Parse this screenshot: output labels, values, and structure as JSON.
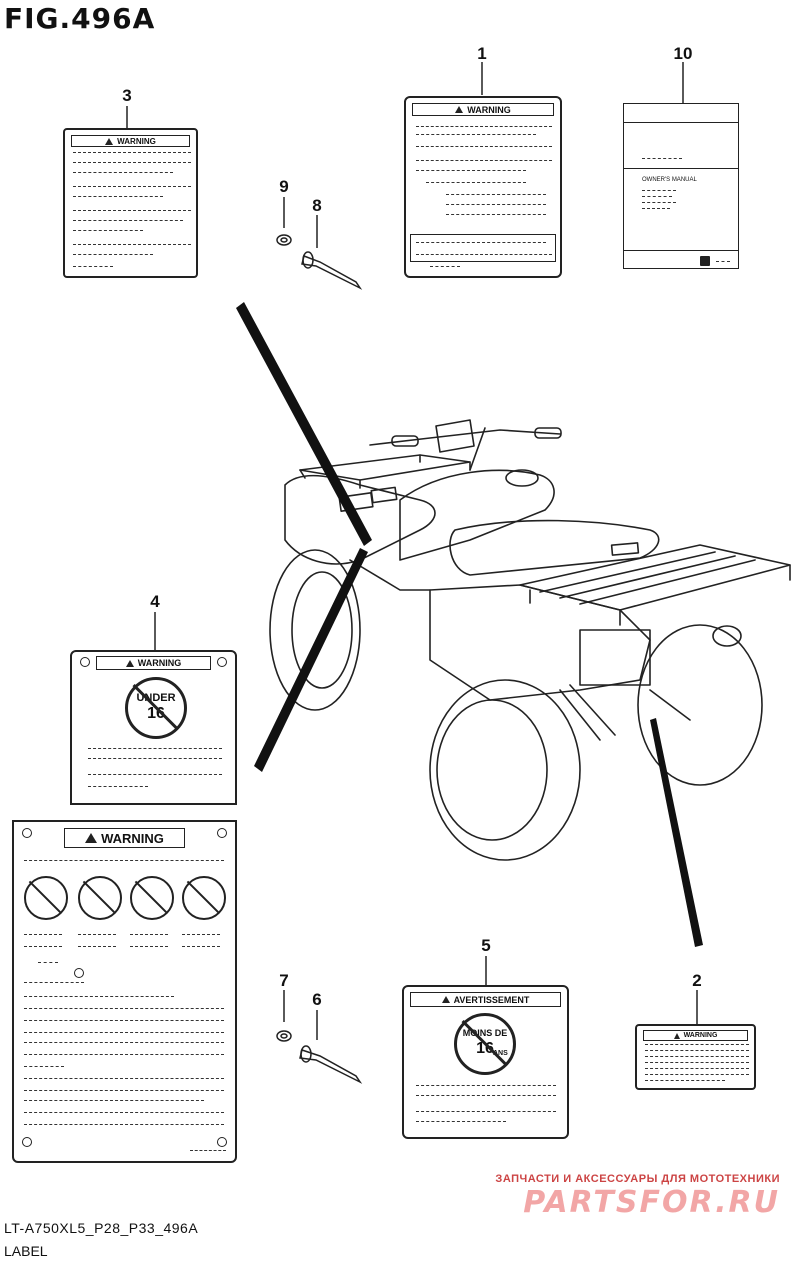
{
  "figure": {
    "title": "FIG.496A"
  },
  "callouts": {
    "c1": "1",
    "c2": "2",
    "c3": "3",
    "c4": "4",
    "c5": "5",
    "c6": "6",
    "c7": "7",
    "c8": "8",
    "c9": "9",
    "c10": "10"
  },
  "labels": {
    "warning": "WARNING",
    "avertissement": "AVERTISSEMENT",
    "owners_manual": "OWNER'S MANUAL",
    "under_word": "UNDER",
    "under_age": "16",
    "moins_word": "MOINS DE",
    "moins_age": "16",
    "moins_unit": "ANS"
  },
  "footer": {
    "model_code": "LT-A750XL5_P28_P33_496A",
    "name": "LABEL"
  },
  "watermark": {
    "tagline": "ЗАПЧАСТИ И АКСЕССУАРЫ ДЛЯ МОТОТЕХНИКИ",
    "brand": "PARTSFOR.RU"
  },
  "colors": {
    "line": "#222222",
    "watermark": "#f2a6a6"
  }
}
